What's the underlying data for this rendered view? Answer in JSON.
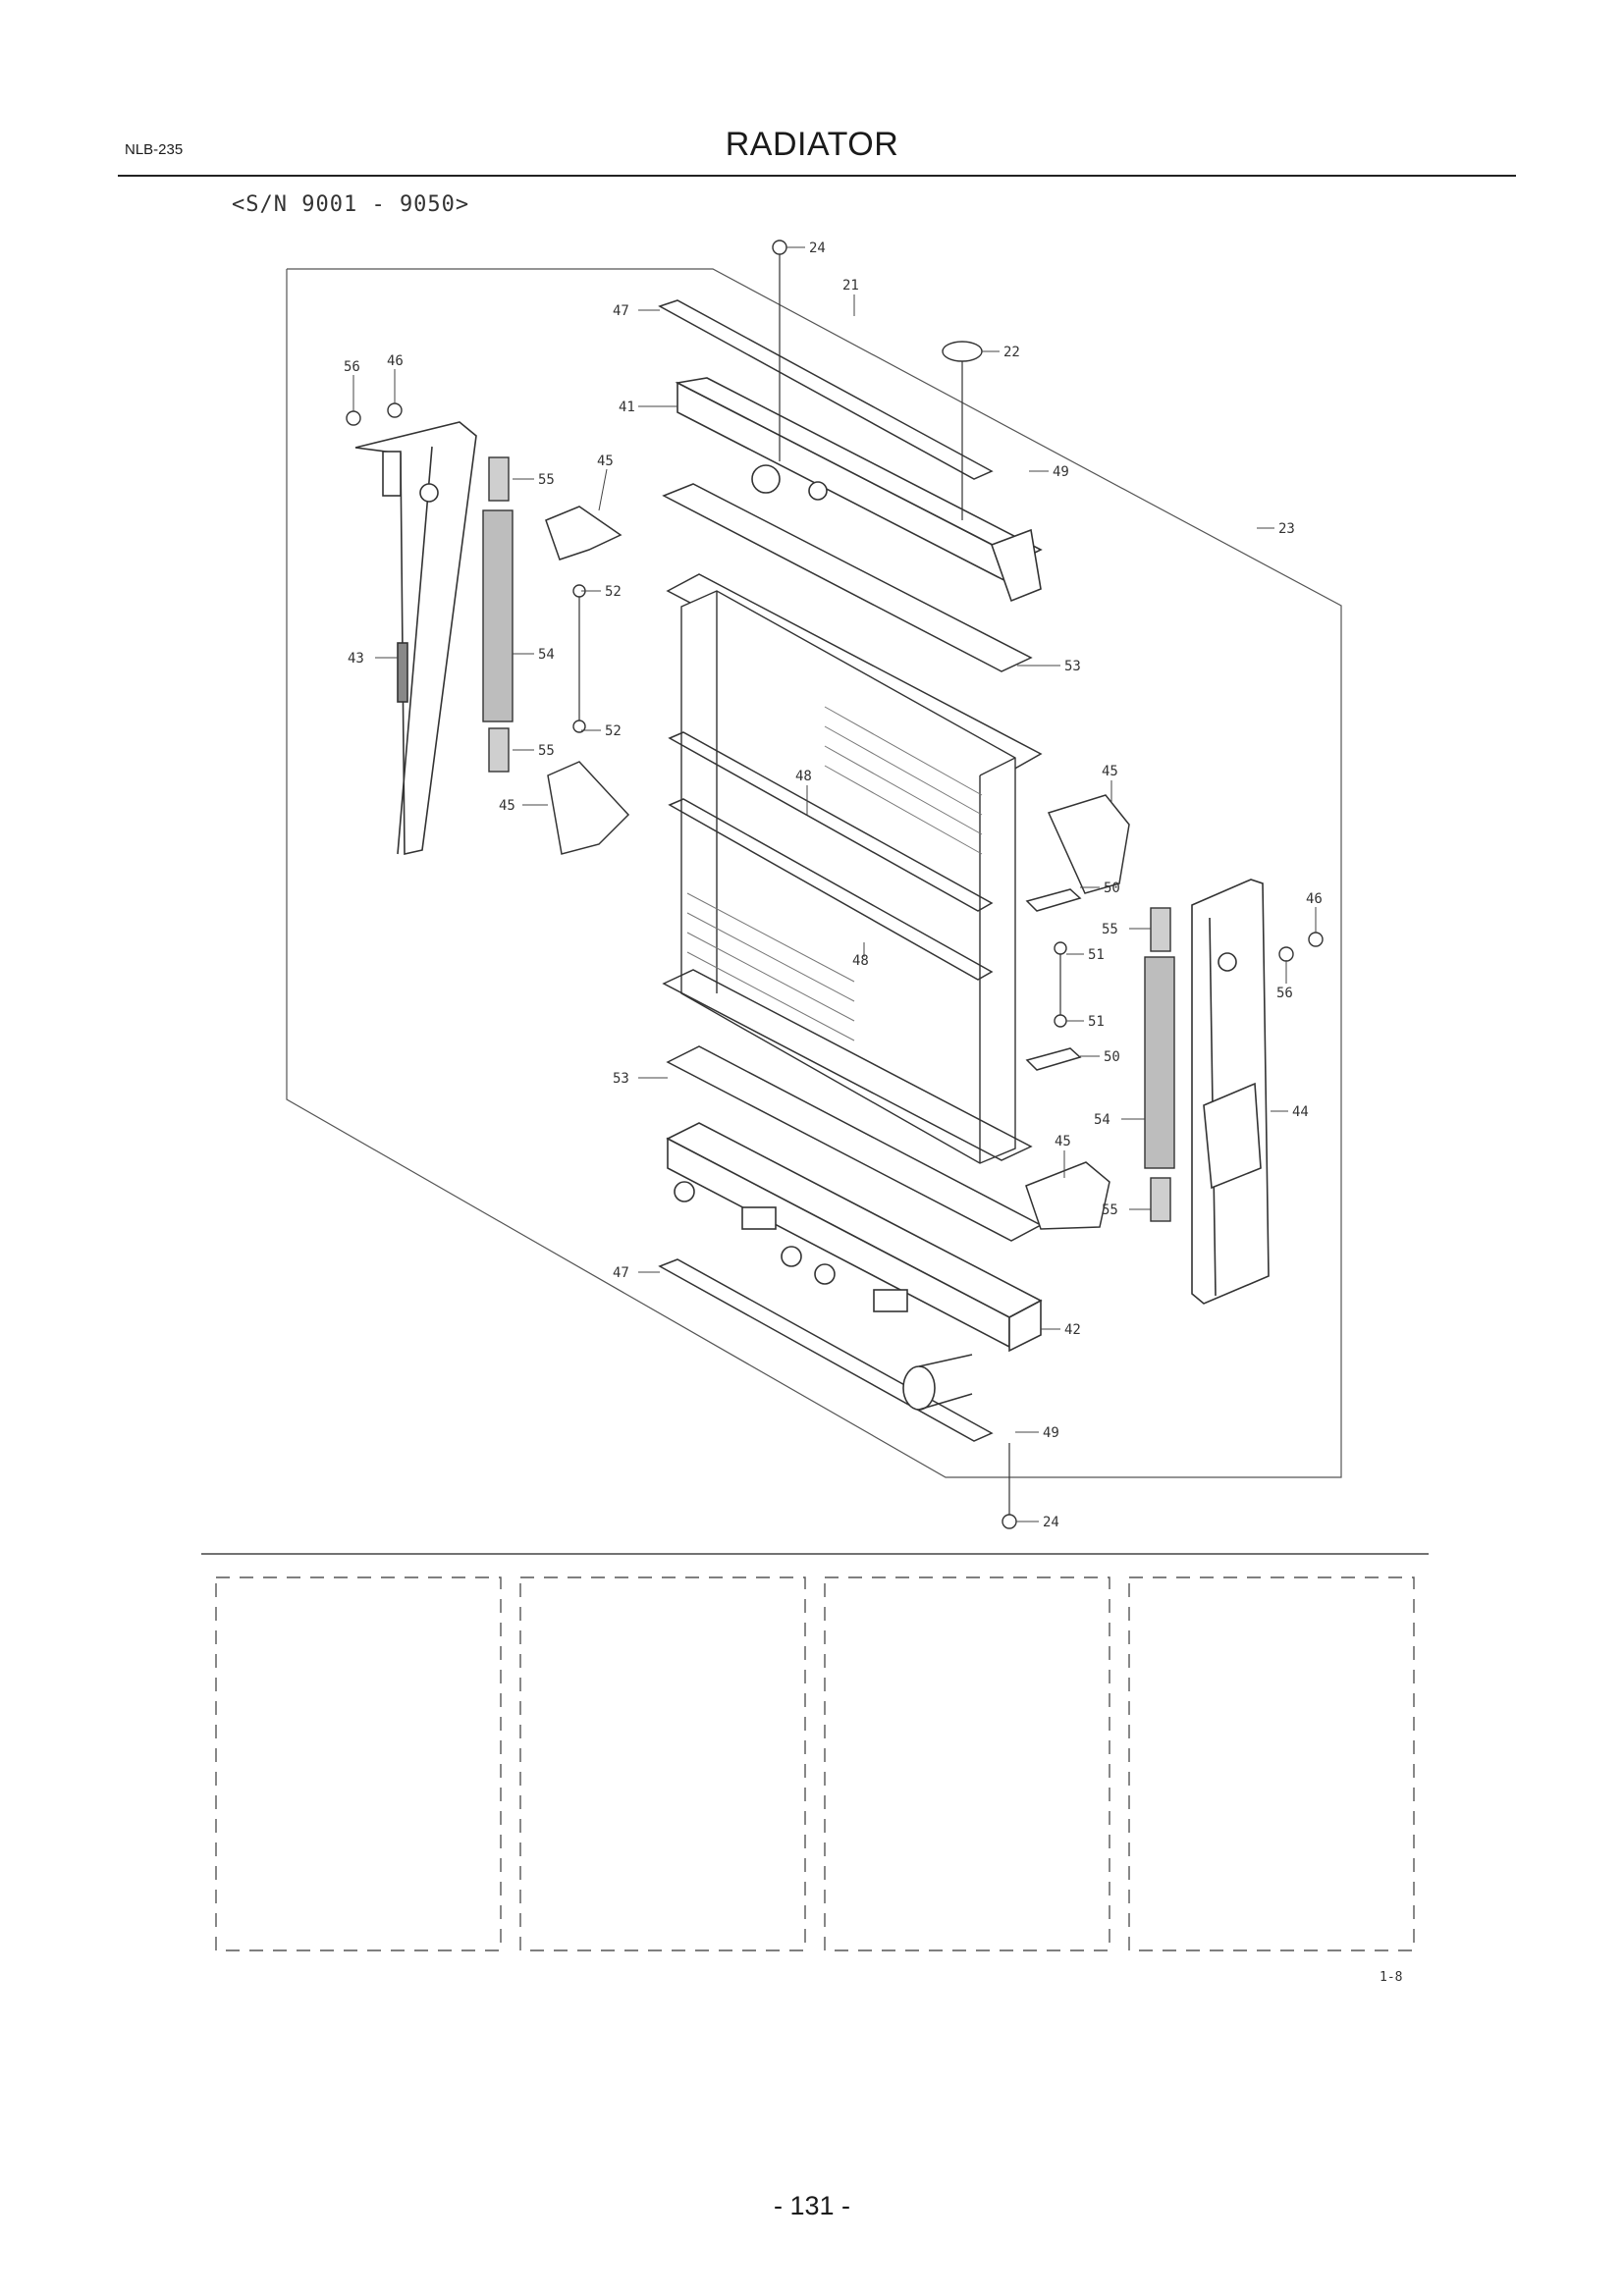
{
  "header": {
    "doc_code": "NLB-235",
    "title": "RADIATOR",
    "serial_range": "<S/N 9001 - 9050>"
  },
  "callouts": [
    {
      "id": "c24a",
      "label": "24"
    },
    {
      "id": "c21",
      "label": "21"
    },
    {
      "id": "c47a",
      "label": "47"
    },
    {
      "id": "c22",
      "label": "22"
    },
    {
      "id": "c56a",
      "label": "56"
    },
    {
      "id": "c46a",
      "label": "46"
    },
    {
      "id": "c41",
      "label": "41"
    },
    {
      "id": "c55a",
      "label": "55"
    },
    {
      "id": "c45a",
      "label": "45"
    },
    {
      "id": "c49a",
      "label": "49"
    },
    {
      "id": "c23",
      "label": "23"
    },
    {
      "id": "c52a",
      "label": "52"
    },
    {
      "id": "c43",
      "label": "43"
    },
    {
      "id": "c54a",
      "label": "54"
    },
    {
      "id": "c53a",
      "label": "53"
    },
    {
      "id": "c52b",
      "label": "52"
    },
    {
      "id": "c55b",
      "label": "55"
    },
    {
      "id": "c45b",
      "label": "45"
    },
    {
      "id": "c48a",
      "label": "48"
    },
    {
      "id": "c45c",
      "label": "45"
    },
    {
      "id": "c50a",
      "label": "50"
    },
    {
      "id": "c46b",
      "label": "46"
    },
    {
      "id": "c55c",
      "label": "55"
    },
    {
      "id": "c48b",
      "label": "48"
    },
    {
      "id": "c51a",
      "label": "51"
    },
    {
      "id": "c56b",
      "label": "56"
    },
    {
      "id": "c51b",
      "label": "51"
    },
    {
      "id": "c50b",
      "label": "50"
    },
    {
      "id": "c53b",
      "label": "53"
    },
    {
      "id": "c44",
      "label": "44"
    },
    {
      "id": "c54b",
      "label": "54"
    },
    {
      "id": "c45d",
      "label": "45"
    },
    {
      "id": "c55d",
      "label": "55"
    },
    {
      "id": "c47b",
      "label": "47"
    },
    {
      "id": "c42",
      "label": "42"
    },
    {
      "id": "c49b",
      "label": "49"
    },
    {
      "id": "c24b",
      "label": "24"
    }
  ],
  "footer": {
    "drawing_ref": "1-8",
    "page_number": "- 131 -"
  }
}
